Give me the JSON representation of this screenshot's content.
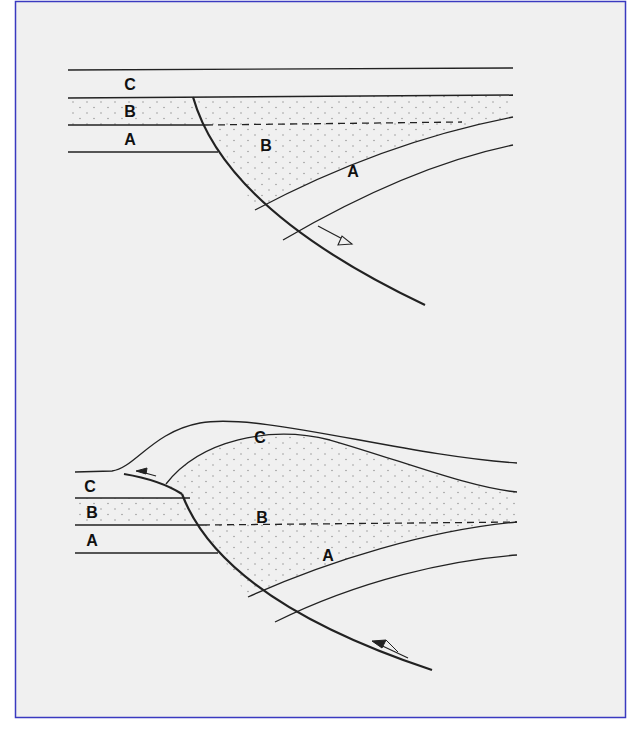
{
  "diagram": {
    "labels": [
      "C",
      "B",
      "A",
      "B",
      "A",
      "C",
      "C",
      "B",
      "B",
      "A",
      "A"
    ]
  }
}
